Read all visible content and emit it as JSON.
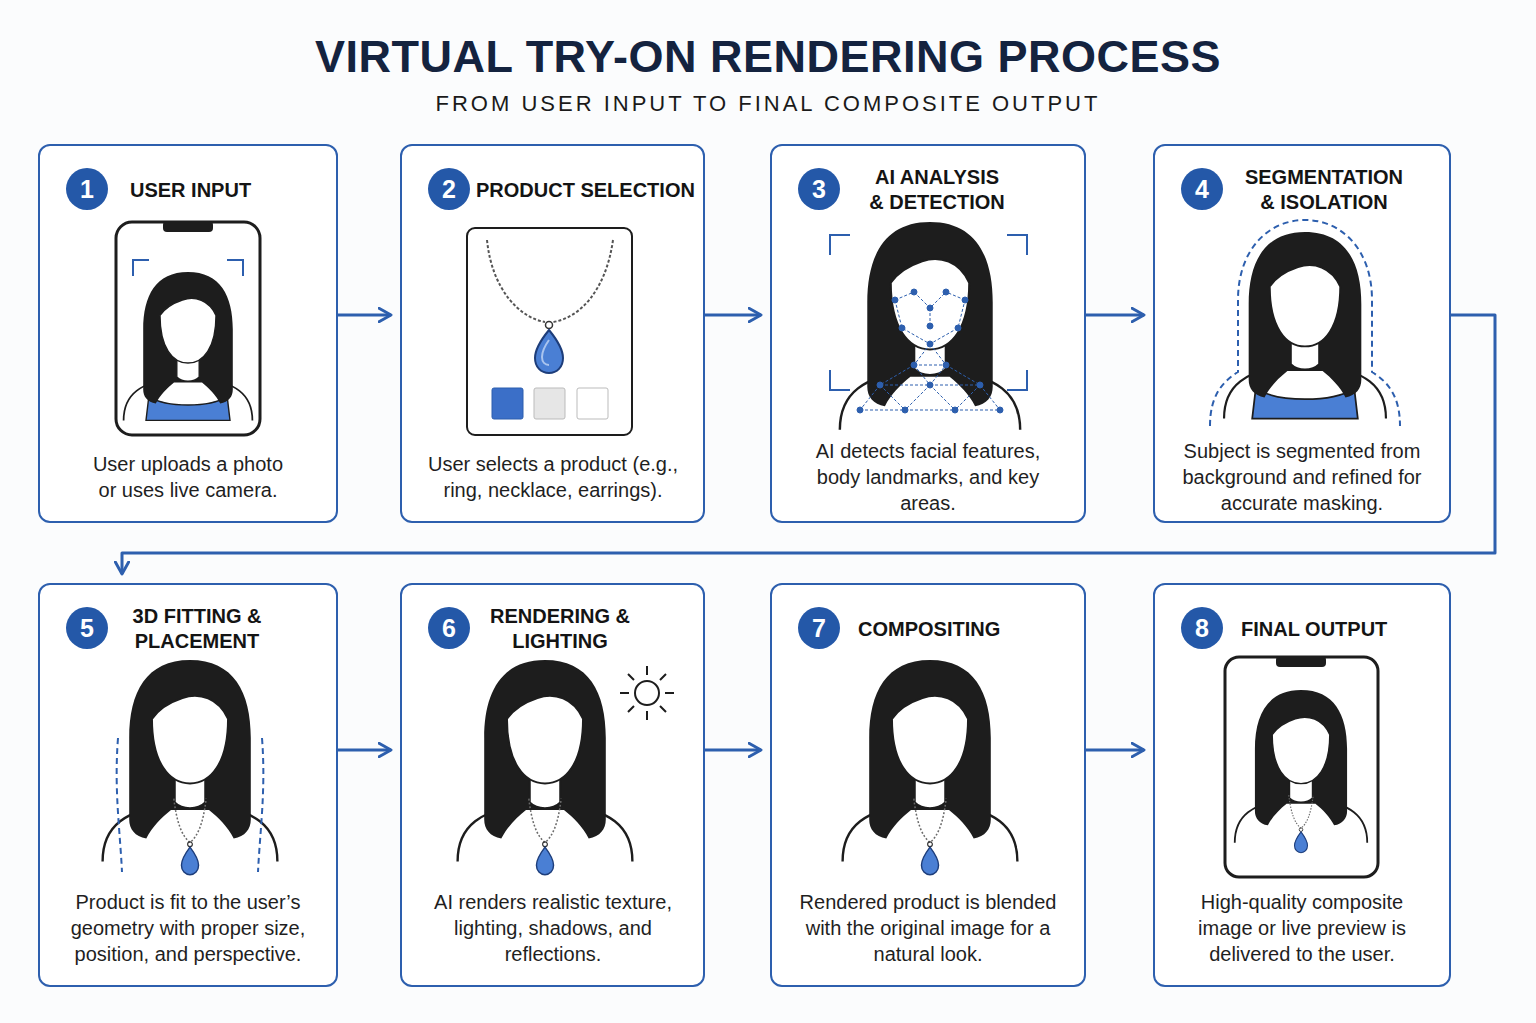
{
  "diagram": {
    "title": "VIRTUAL TRY-ON RENDERING PROCESS",
    "nodes": [
      {
        "text": [
          "1",
          "USER INPUT",
          "User uploads a photo or uses live camera."
        ]
      },
      {
        "text": [
          "2",
          "PRODUCT SELECTION",
          "User selects a product (e.g., ring, necklace, earrings)."
        ]
      },
      {
        "text": [
          "3",
          "AI ANALYSIS & DETECTION",
          "AI detects facial features, body landmarks, and key areas."
        ]
      },
      {
        "text": [
          "4",
          "SEGMENTATION & ISOLATION",
          "Subject is segmented from background and refined for accurate masking."
        ]
      },
      {
        "text": [
          "5",
          "3D FITTING & PLACEMENT",
          "Product is fit to the user’s geometry with proper size, position, and perspective."
        ]
      },
      {
        "text": [
          "6",
          "RENDERING & LIGHTING",
          "AI renders realistic texture, lighting, shadows, and reflections."
        ]
      },
      {
        "text": [
          "7",
          "COMPOSITING",
          "Rendered product is blended with the original image for a natural look."
        ]
      },
      {
        "text": [
          "8",
          "FINAL OUTPUT",
          "High-quality composite image or live preview is delivered to the user."
        ]
      }
    ],
    "edges": [
      {
        "from": 0,
        "to": 1,
        "arrow": "to"
      },
      {
        "from": 1,
        "to": 2,
        "arrow": "to"
      },
      {
        "from": 2,
        "to": 3,
        "arrow": "to"
      },
      {
        "from": 3,
        "to": 4,
        "arrow": "to"
      },
      {
        "from": 4,
        "to": 5,
        "arrow": "to"
      },
      {
        "from": 5,
        "to": 6,
        "arrow": "to"
      },
      {
        "from": 6,
        "to": 7,
        "arrow": "to"
      }
    ],
    "labels": [
      "FROM USER INPUT TO FINAL COMPOSITE OUTPUT"
    ]
  }
}
